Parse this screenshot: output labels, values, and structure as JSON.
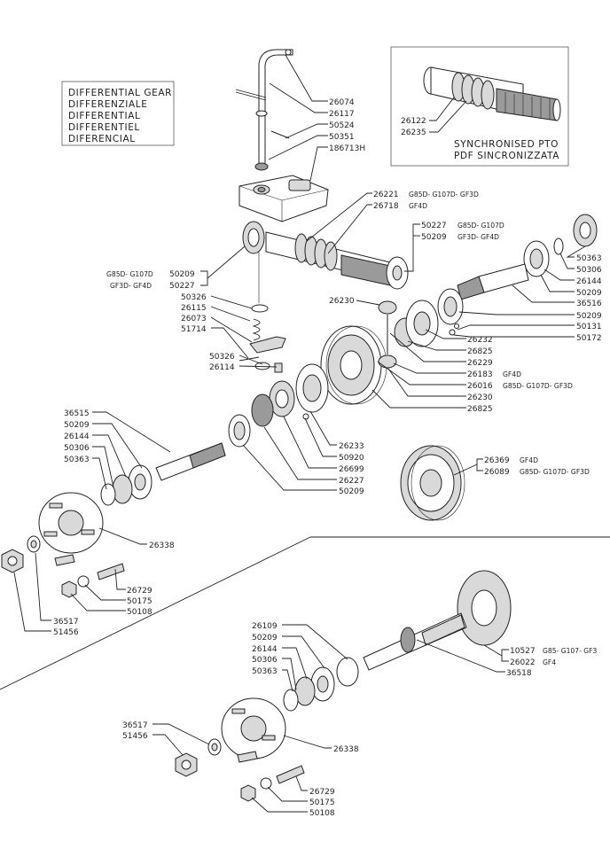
{
  "title_box": {
    "lines": [
      "DIFFERENTIAL  GEAR",
      "DIFFERENZIALE",
      "DIFFERENTIAL",
      "DIFFERENTIEL",
      "DIFERENCIAL"
    ]
  },
  "inset": {
    "caption": [
      "SYNCHRONISED  PTO",
      "PDF  SINCRONIZZATA"
    ],
    "parts": [
      "26122",
      "26235"
    ]
  },
  "callouts": {
    "p26074": "26074",
    "p26117": "26117",
    "p50524": "50524",
    "p50351": "50351",
    "p186713H": "186713H",
    "p26221": "26221",
    "p26221_models": "G85D- G107D- GF3D",
    "p26718": "26718",
    "p26718_models": "GF4D",
    "p50227a": "50227",
    "p50227a_models": "G85D- G107D",
    "p50209a": "50209",
    "p50209a_models": "GF3D- GF4D",
    "bearing_models_1": "G85D- G107D",
    "bearing_models_2": "GF3D- GF4D",
    "p50209b": "50209",
    "p50227b": "50227",
    "p50326a": "50326",
    "p26115": "26115",
    "p26073": "26073",
    "p51714": "51714",
    "p50326b": "50326",
    "p26114": "26114",
    "p26230a": "26230",
    "p50363a": "50363",
    "p50306a": "50306",
    "p26144a": "26144",
    "p50209c": "50209",
    "p36516": "36516",
    "p50209d": "50209",
    "p50131": "50131",
    "p50172": "50172",
    "p26232": "26232",
    "p26825a": "26825",
    "p26229": "26229",
    "p26183": "26183",
    "p26183_models": "GF4D",
    "p26016": "26016",
    "p26016_models": "G85D- G107D- GF3D",
    "p26230b": "26230",
    "p26825b": "26825",
    "p36515": "36515",
    "p50209e": "50209",
    "p26144b": "26144",
    "p50306b": "50306",
    "p50363b": "50363",
    "p26233": "26233",
    "p50920": "50920",
    "p26699": "26699",
    "p26227": "26227",
    "p50209f": "50209",
    "p26369": "26369",
    "p26369_models": "GF4D",
    "p26089": "26089",
    "p26089_models": "G85D- G107D- GF3D",
    "p26338a": "26338",
    "p26729a": "26729",
    "p50175a": "50175",
    "p50108a": "50108",
    "p36517a": "36517",
    "p51456a": "51456",
    "p26109": "26109",
    "p50209g": "50209",
    "p26144c": "26144",
    "p50306c": "50306",
    "p50363c": "50363",
    "p10527": "10527",
    "p10527_models": "G85- G107- GF3",
    "p26022": "26022",
    "p26022_models": "GF4",
    "p36518": "36518",
    "p36517b": "36517",
    "p51456b": "51456",
    "p26338b": "26338",
    "p26729b": "26729",
    "p50175b": "50175",
    "p50108b": "50108"
  }
}
